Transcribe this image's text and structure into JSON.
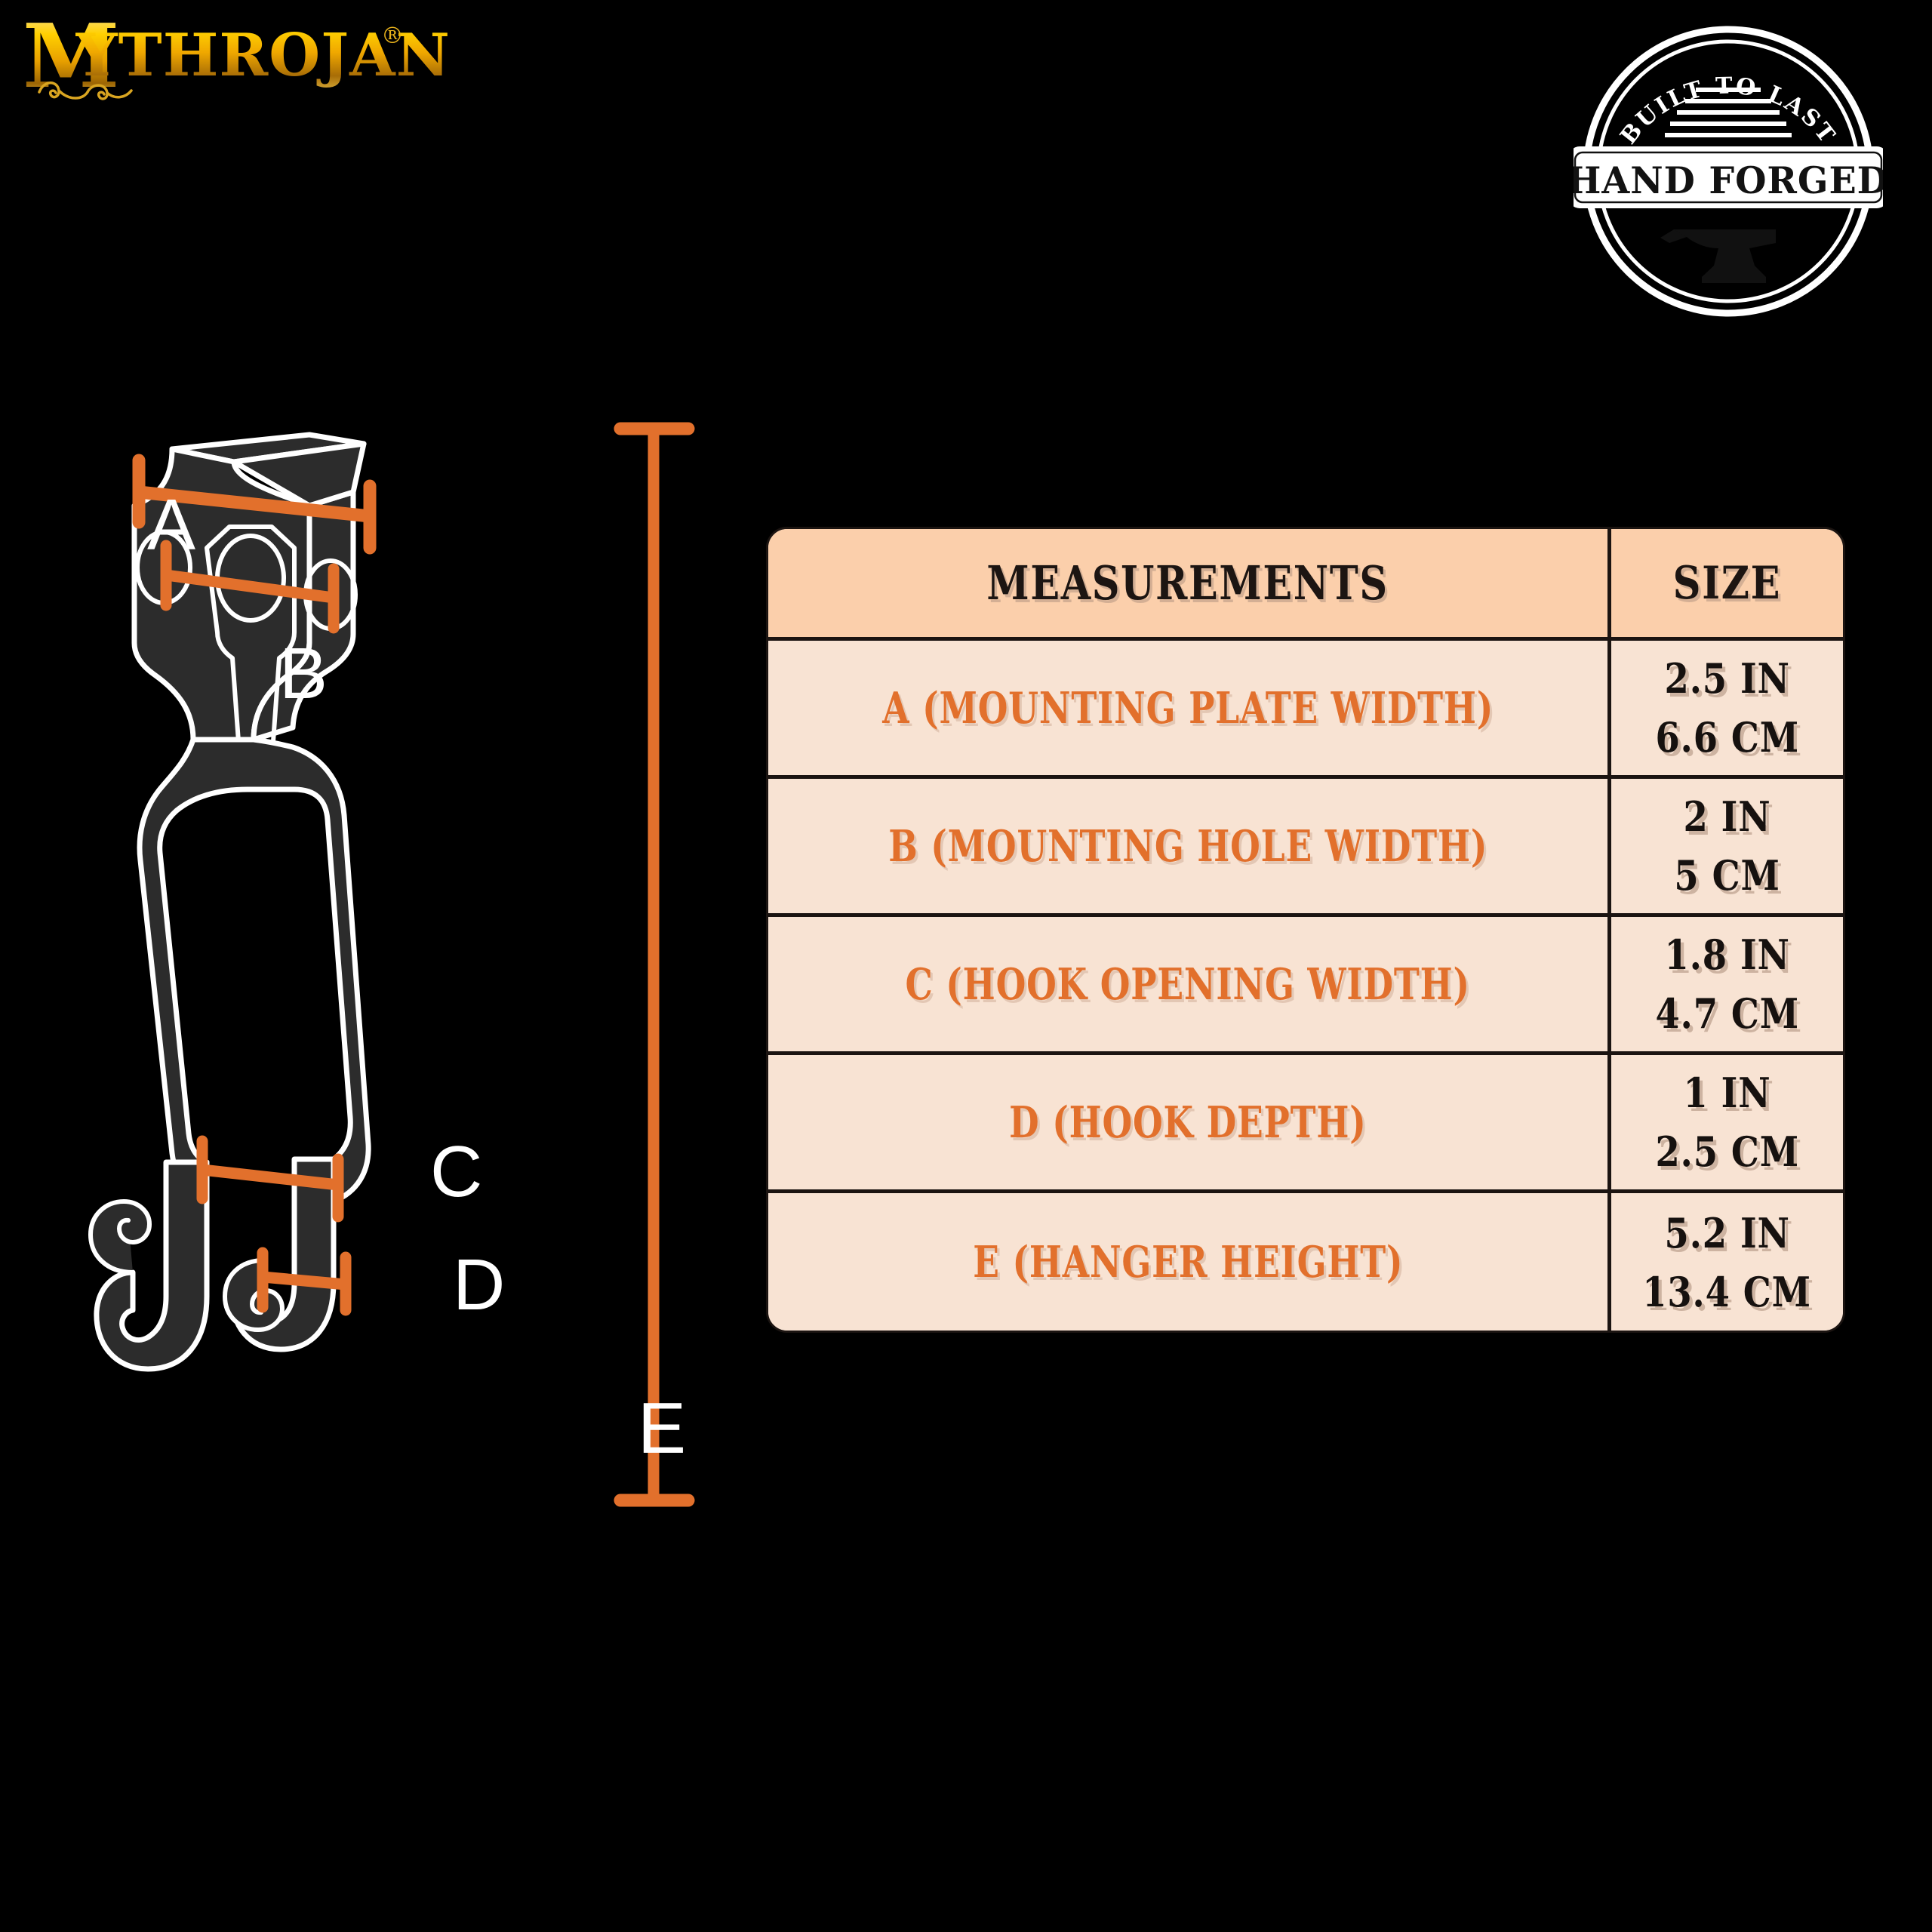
{
  "brand": {
    "logo_m": "M",
    "logo_rest": "YTHROJAN",
    "registered_mark": "®"
  },
  "badge": {
    "arc_text": "BUILT TO LAST",
    "banner_text": "HAND FORGED",
    "icon": "anvil-icon"
  },
  "colors": {
    "background": "#000000",
    "accent_orange": "#e2702c",
    "table_header_bg": "#fbcfab",
    "table_row_bg": "#f8e3d3",
    "table_border": "#1b1411",
    "logo_gold": "#ffd000",
    "metal_dark": "#2b2b2b",
    "outline_white": "#ffffff"
  },
  "diagram": {
    "title": "hook-measurement-diagram",
    "markers": [
      {
        "letter": "A",
        "measures": "mounting plate width"
      },
      {
        "letter": "B",
        "measures": "mounting hole width"
      },
      {
        "letter": "C",
        "measures": "hook opening width"
      },
      {
        "letter": "D",
        "measures": "hook depth"
      },
      {
        "letter": "E",
        "measures": "hanger height"
      }
    ]
  },
  "table": {
    "headers": {
      "measurements": "MEASUREMENTS",
      "size": "SIZE"
    },
    "rows": [
      {
        "label": "A (MOUNTING PLATE WIDTH)",
        "inches": "2.5 IN",
        "cm": "6.6 CM"
      },
      {
        "label": "B (MOUNTING HOLE WIDTH)",
        "inches": "2 IN",
        "cm": "5 CM"
      },
      {
        "label": "C (HOOK OPENING WIDTH)",
        "inches": "1.8 IN",
        "cm": "4.7 CM"
      },
      {
        "label": "D (HOOK DEPTH)",
        "inches": "1 IN",
        "cm": "2.5 CM"
      },
      {
        "label": "E (HANGER HEIGHT)",
        "inches": "5.2 IN",
        "cm": "13.4 CM"
      }
    ]
  },
  "chart_data": {
    "type": "table",
    "title": "MEASUREMENTS",
    "categories": [
      "A (MOUNTING PLATE WIDTH)",
      "B (MOUNTING HOLE WIDTH)",
      "C (HOOK OPENING WIDTH)",
      "D (HOOK DEPTH)",
      "E (HANGER HEIGHT)"
    ],
    "series": [
      {
        "name": "inches",
        "values": [
          2.5,
          2,
          1.8,
          1,
          5.2
        ]
      },
      {
        "name": "centimeters",
        "values": [
          6.6,
          5,
          4.7,
          2.5,
          13.4
        ]
      }
    ],
    "xlabel": "MEASUREMENTS",
    "ylabel": "SIZE"
  }
}
